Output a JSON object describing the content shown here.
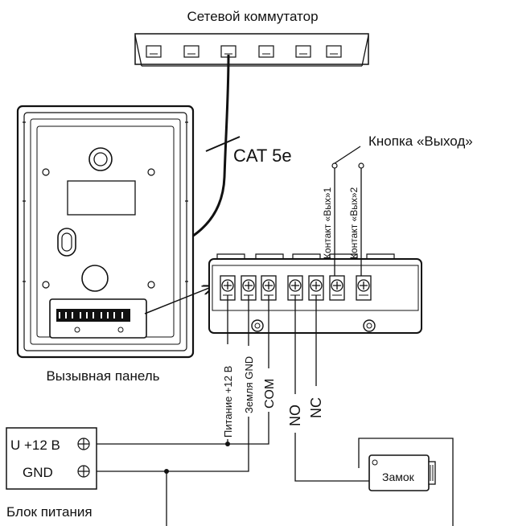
{
  "switch": {
    "label": "Сетевой коммутатор",
    "port_count": 6
  },
  "cable": {
    "label": "CAT 5e"
  },
  "exit_button": {
    "label": "Кнопка «Выход»"
  },
  "panel": {
    "label": "Вызывная панель"
  },
  "terminals": {
    "contact1": "Контакт «Вых»1",
    "contact2": "Контакт «Вых»2",
    "power": "Питание +12 В",
    "ground": "Земля GND",
    "com": "COM",
    "no": "NO",
    "nc": "NC"
  },
  "psu": {
    "label": "Блок питания",
    "terminal_u": "U +12 В",
    "terminal_gnd": "GND"
  },
  "lock": {
    "label": "Замок"
  }
}
